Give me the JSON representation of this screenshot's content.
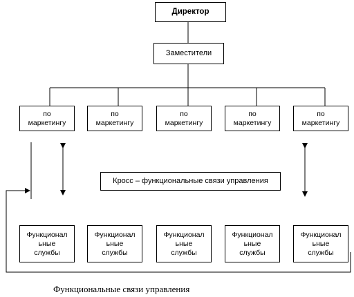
{
  "director": "Директор",
  "deputies": "Заместители",
  "marketing_units": [
    "по\nмаркетингу",
    "по\nмаркетингу",
    "по\nмаркетингу",
    "по\nмаркетингу",
    "по\nмаркетингу"
  ],
  "functional_services": [
    "Функционал\nьные\nслужбы",
    "Функционал\nьные\nслужбы",
    "Функционал\nьные\nслужбы",
    "Функционал\nьные\nслужбы",
    "Функционал\nьные\nслужбы"
  ],
  "cross_functional_label": "Кросс – функциональные  связи управления",
  "caption": "Функциональные связи управления"
}
